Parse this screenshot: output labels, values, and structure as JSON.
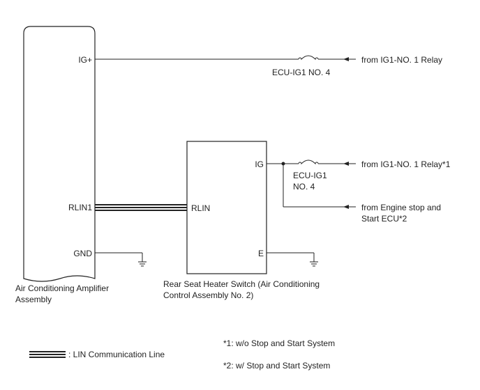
{
  "amplifier": {
    "name_line1": "Air Conditioning Amplifier",
    "name_line2": "Assembly",
    "pins": {
      "ig": "IG+",
      "rlin": "RLIN1",
      "gnd": "GND"
    }
  },
  "switch": {
    "name_line1": "Rear Seat Heater Switch (Air Conditioning",
    "name_line2": "Control Assembly No. 2)",
    "pins": {
      "ig": "IG",
      "rlin": "RLIN",
      "e": "E"
    }
  },
  "fuses": {
    "top": "ECU-IG1 NO. 4",
    "mid_line1": "ECU-IG1",
    "mid_line2": "NO. 4"
  },
  "sources": {
    "top": "from IG1-NO. 1 Relay",
    "mid": "from IG1-NO. 1 Relay*1",
    "bottom_line1": "from Engine stop and",
    "bottom_line2": "Start ECU*2"
  },
  "legend": {
    "lin_line": ": LIN Communication Line"
  },
  "notes": {
    "note1": "*1: w/o Stop and Start System",
    "note2": "*2: w/ Stop and Start System"
  }
}
